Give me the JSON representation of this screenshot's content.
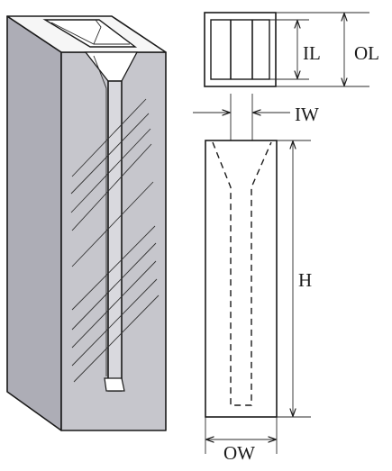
{
  "labels": {
    "inner_length": "IL",
    "outer_length": "OL",
    "inner_width": "IW",
    "height": "H",
    "outer_width": "OW"
  },
  "colors": {
    "front_face": "#c6c6cc",
    "side_face": "#adadb6",
    "top_face": "#f6f6f6",
    "line": "#1a1a1a",
    "background": "#ffffff"
  }
}
